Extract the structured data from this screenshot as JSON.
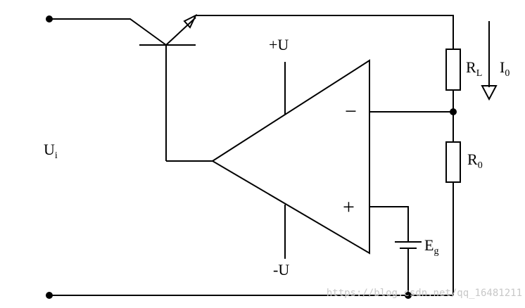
{
  "labels": {
    "input_voltage": "U",
    "input_voltage_sub": "i",
    "pos_supply": "+U",
    "neg_supply": "-U",
    "load_resistor": "R",
    "load_resistor_sub": "L",
    "output_current": "I",
    "output_current_sub": "0",
    "sense_resistor": "R",
    "sense_resistor_sub": "0",
    "reference_source": "E",
    "reference_source_sub": "g",
    "inverting_sign": "−",
    "noninverting_sign": "+"
  },
  "watermark": "https://blog.csdn.net/qq_16481211",
  "colors": {
    "wire": "#000000",
    "background": "#ffffff",
    "watermark": "#c8c8c8"
  }
}
